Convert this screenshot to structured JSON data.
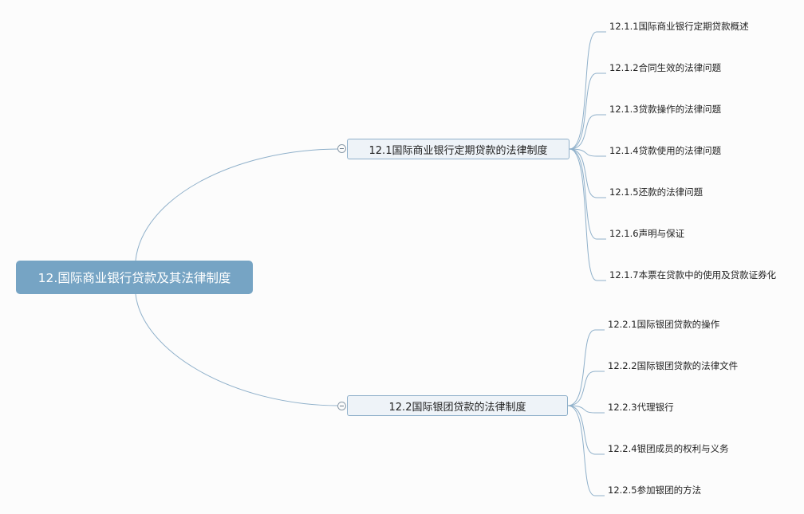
{
  "root": {
    "label": "12.国际商业银行贷款及其法律制度"
  },
  "branches": [
    {
      "label": "12.1国际商业银行定期贷款的法律制度",
      "children": [
        "12.1.1国际商业银行定期贷款概述",
        "12.1.2合同生效的法律问题",
        "12.1.3贷款操作的法律问题",
        "12.1.4贷款使用的法律问题",
        "12.1.5还款的法律问题",
        "12.1.6声明与保证",
        "12.1.7本票在贷款中的使用及贷款证券化"
      ]
    },
    {
      "label": "12.2国际银团贷款的法律制度",
      "children": [
        "12.2.1国际银团贷款的操作",
        "12.2.2国际银团贷款的法律文件",
        "12.2.3代理银行",
        "12.2.4银团成员的权利与义务",
        "12.2.5参加银团的方法"
      ]
    }
  ],
  "colors": {
    "line": "#8fb0ca",
    "root_fill": "#76a4c4",
    "branch_fill": "#eef3f8"
  }
}
